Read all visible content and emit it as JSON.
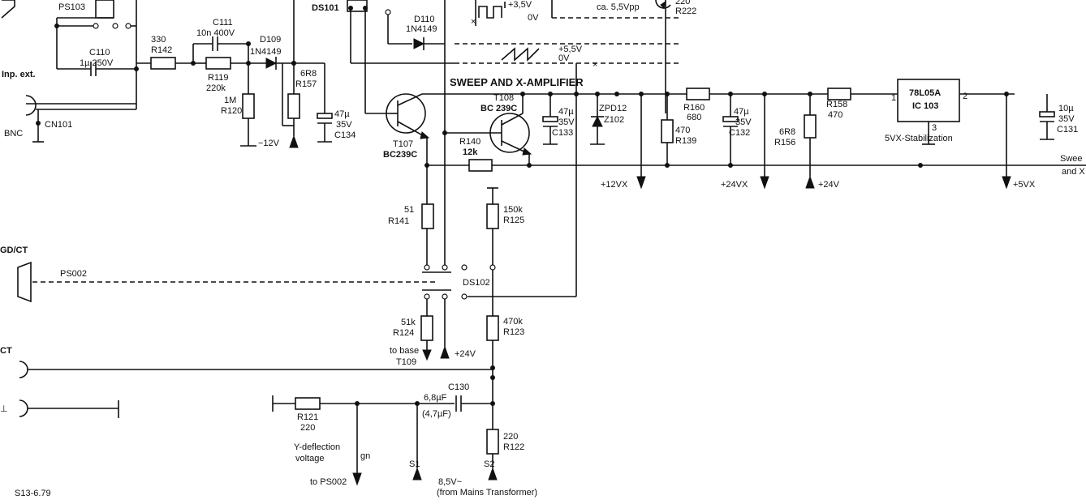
{
  "labels": {
    "ps103": "PS103",
    "inp_ext": "Inp. ext.",
    "bnc": "BNC",
    "cn101": "CN101",
    "c110_name": "C110",
    "c110_val": "1µ  250V",
    "r142_val": "330",
    "r142_name": "R142",
    "c111_name": "C111",
    "c111_val": "10n      400V",
    "d109_name": "D109",
    "d109_val": "1N4149",
    "r119_name": "R119",
    "r119_val": "220k",
    "r120_val": "1M",
    "r120_name": "R120",
    "r157_val": "6R8",
    "r157_name": "R157",
    "c134_val1": "47µ",
    "c134_val2": "35V",
    "c134_name": "C134",
    "minus12v": "−12V",
    "ds101": "DS101",
    "d110_name": "D110",
    "d110_val": "1N4149",
    "sig1": "+3,5V",
    "sig1b": "0V",
    "sig2": "+5,5V",
    "sig2b": "0V",
    "vpp": "ca. 5,5Vpp",
    "r222_val": "220",
    "r222_name": "R222",
    "sweep_title": "SWEEP AND X-AMPLIFIER",
    "t108_name": "T108",
    "t108_type": "BC 239C",
    "t107_name": "T107",
    "t107_type": "BC239C",
    "c133_val1": "47µ",
    "c133_val2": "35V",
    "c133_name": "C133",
    "z102_val": "ZPD12",
    "z102_name": "Z102",
    "r140_name": "R140",
    "r140_val": "12k",
    "r160_name": "R160",
    "r160_val": "680",
    "r139_val": "470",
    "r139_name": "R139",
    "c132_val1": "47µ",
    "c132_val2": "35V",
    "c132_name": "C132",
    "r156_val": "6R8",
    "r156_name": "R156",
    "r158_name": "R158",
    "r158_val": "470",
    "ic_val": "78L05A",
    "ic_name": "IC 103",
    "pin1": "1",
    "pin2": "2",
    "pin3": "3",
    "stab": "5VX-Stabilization",
    "c131_val1": "10µ",
    "c131_val2": "35V",
    "c131_name": "C131",
    "sweep_edge1": "Swee",
    "sweep_edge2": "and X",
    "rail_12vx": "+12VX",
    "rail_24vx": "+24VX",
    "rail_24v": "+24V",
    "rail_5vx": "+5VX",
    "r141_val": "51",
    "r141_name": "R141",
    "r125_val": "150k",
    "r125_name": "R125",
    "gd_ct": "GD/CT",
    "ps002": "PS002",
    "ds102": "DS102",
    "r124_val": "51k",
    "r124_name": "R124",
    "r123_val": "470k",
    "r123_name": "R123",
    "to_base": "to base",
    "t109": "T109",
    "plus24v": "+24V",
    "ct": "CT",
    "c130_name": "C130",
    "c130_val": "6,8µF",
    "c130_alt": "(4,7µF)",
    "r121_name": "R121",
    "r121_val": "220",
    "y_defl1": "Y-deflection",
    "y_defl2": "voltage",
    "gn": "gn",
    "to_ps002": "to PS002",
    "s1": "S1",
    "s2": "S2",
    "r122_val": "220",
    "r122_name": "R122",
    "mains1": "8,5V~",
    "mains2": "(from Mains Transformer)",
    "fig_id": "S13-6.79"
  }
}
